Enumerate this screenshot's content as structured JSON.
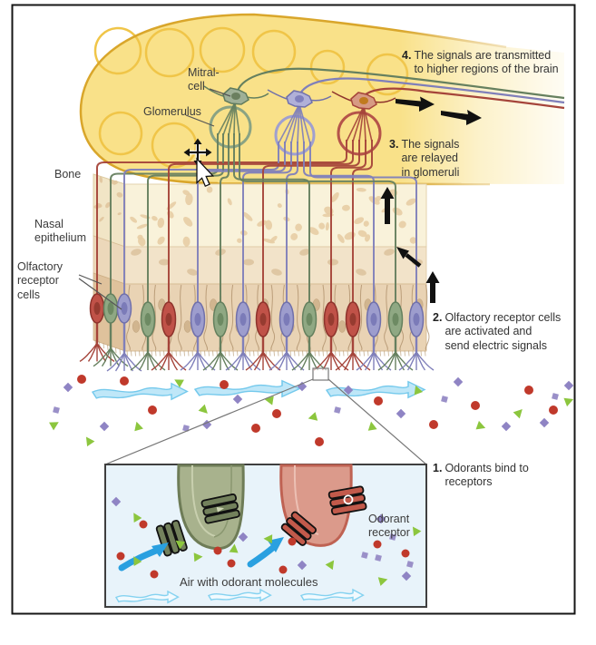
{
  "figure": {
    "labels": {
      "mitral_cell": "Mitral-\ncell",
      "glomerulus": "Glomerulus",
      "bone": "Bone",
      "nasal_epithelium": "Nasal\nepithelium",
      "olfactory_receptor_cells": "Olfactory\nreceptor\ncells",
      "odorant_receptor": "Odorant\nreceptor",
      "air_with_odorant_molecules": "Air with odorant molecules"
    },
    "steps": [
      {
        "num": "1.",
        "text": "Odorants bind to\nreceptors"
      },
      {
        "num": "2.",
        "text": "Olfactory receptor cells\nare activated and\nsend electric signals"
      },
      {
        "num": "3.",
        "text": "The signals\nare relayed\nin glomeruli"
      },
      {
        "num": "4.",
        "text": "The signals are transmitted\nto higher regions of the brain"
      }
    ],
    "colors": {
      "bulb_yellow": "#f9e189",
      "bulb_outline": "#d9a62b",
      "glomerulus_ring_yellow": "#f0c548",
      "receptor_red": "#c05248",
      "receptor_green": "#8fa883",
      "receptor_purple": "#9d9dcd",
      "axon_red": "#a5443a",
      "axon_green": "#66805f",
      "axon_purple": "#7f7fba",
      "bone_cream": "#f9f2da",
      "bone_speckle": "#e7cda4",
      "epithelium_tan": "#e9d3b4",
      "air_arrow_blue": "#2aa0e0",
      "airflow_light_blue": "#bfe7f8",
      "inset_background": "#e8f3fa",
      "molecule_red": "#c0392b",
      "molecule_purple": "#8f84c4",
      "molecule_green": "#8cc63e"
    }
  }
}
